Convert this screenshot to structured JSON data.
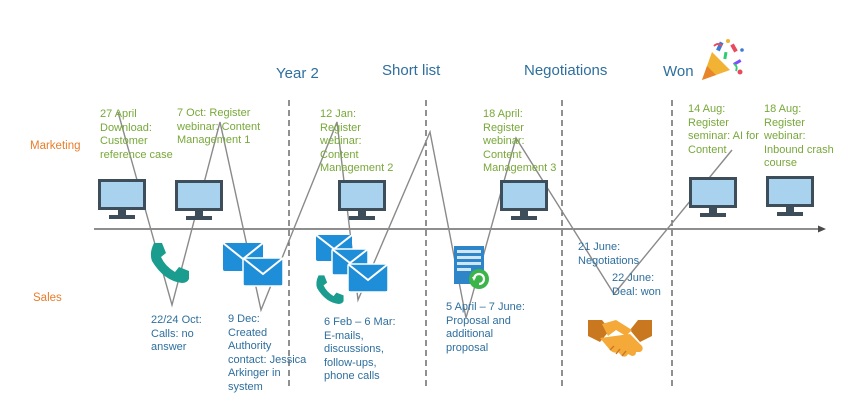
{
  "phases": {
    "year2": "Year 2",
    "shortlist": "Short list",
    "negotiations": "Negotiations",
    "won": "Won"
  },
  "lanes": {
    "marketing": "Marketing",
    "sales": "Sales"
  },
  "marketing_events": [
    "27 April\nDownload:\nCustomer\nreference case",
    "7 Oct: Register\nwebinar: Content\nManagement 1",
    "12 Jan:\nRegister\nwebinar:\nContent\nManagement 2",
    "18 April:\nRegister\nwebinar:\nContent\nManagement 3",
    "14 Aug:\nRegister\nseminar: AI for\nContent",
    "18 Aug:\nRegister\nwebinar:\nInbound crash\ncourse"
  ],
  "sales_events": [
    "22/24 Oct:\nCalls: no\nanswer",
    "9 Dec:\nCreated\nAuthority\ncontact: Jessica\nArkinger in\nsystem",
    "6 Feb – 6 Mar:\nE-mails,\ndiscussions,\nfollow-ups,\nphone calls",
    "5 April – 7 June:\nProposal and\nadditional\nproposal",
    "21 June:\nNegotiations",
    "22 June:\nDeal: won"
  ],
  "icons": {
    "monitor": "monitor-icon",
    "phone": "phone-icon",
    "envelope": "envelope-icon",
    "document": "document-icon",
    "handshake": "handshake-icon",
    "party": "party-popper-icon"
  },
  "colors": {
    "marketing_text": "#78a83a",
    "sales_text": "#2e6f9e",
    "lane_label": "#e87d2a",
    "phase_header": "#2e6f9e",
    "monitor_frame": "#3d4d5a",
    "monitor_screen": "#a9d2ee",
    "envelope": "#1f8ed8",
    "phone": "#1a9d8f",
    "path_line": "#8a8a8a"
  }
}
